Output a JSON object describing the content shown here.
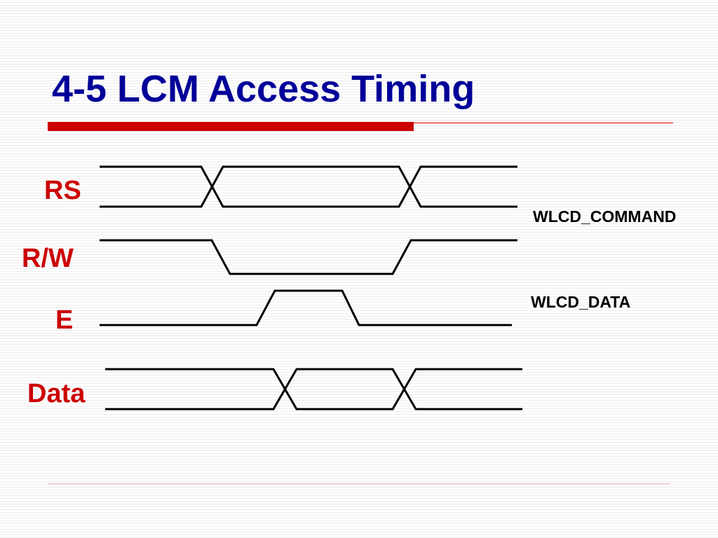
{
  "slide": {
    "title": "4-5 LCM Access Timing",
    "accent_color": "#cc0000",
    "title_color": "#000099"
  },
  "signals": {
    "rs": "RS",
    "rw": "R/W",
    "e": "E",
    "data": "Data"
  },
  "notes": {
    "command": "WLCD_COMMAND",
    "data": "WLCD_DATA"
  }
}
